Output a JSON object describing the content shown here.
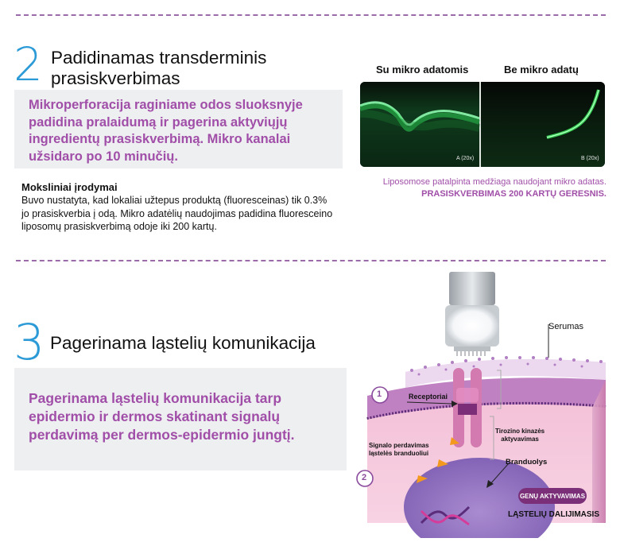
{
  "section2": {
    "number": "2",
    "title_line1": "Padidinamas transderminis",
    "title_line2": "prasiskverbimas",
    "lead": "Mikroperforacija raginiame odos sluoksnyje padidina pralaidumą ir pagerina aktyviųjų ingredientų prasiskverbimą. Mikro kanalai užsidaro po 10 minučių.",
    "evidence_heading": "Moksliniai įrodymai",
    "evidence_text": "Buvo nustatyta, kad lokaliai užtepus produktą (fluoresceinas) tik 0.3% jo prasiskverbia į odą. Mikro adatėlių naudojimas padidina fluoresceino liposomų prasiskverbimą odoje iki 200 kartų.",
    "micro": {
      "label_left": "Su mikro adatomis",
      "label_right": "Be mikro adatų",
      "tag_left": "A (20x)",
      "tag_right": "B (20x)"
    },
    "caption_line1": "Liposomose patalpinta medžiaga naudojant mikro adatas.",
    "caption_line2": "PRASISKVERBIMAS 200 KARTŲ GERESNIS."
  },
  "section3": {
    "number": "3",
    "title": "Pagerinama ląstelių komunikacija",
    "lead": "Pagerinama ląstelių komunikacija tarp epidermio ir dermos skatinant signalų perdavimą per dermos-epidermio jungtį."
  },
  "diagram": {
    "serum": "Serumas",
    "step1": "1",
    "step2": "2",
    "receptor": "Receptoriai",
    "kinase_line1": "Tirozino kinazės",
    "kinase_line2": "aktyvavimas",
    "signal_line1": "Signalo perdavimas",
    "signal_line2": "ląstelės branduoliui",
    "nucleus": "Branduolys",
    "gene_badge": "GENŲ AKTYVAVIMAS",
    "division": "LĄSTELIŲ DALIJIMASIS"
  },
  "colors": {
    "accent_blue": "#2c9ad6",
    "accent_purple": "#a04ea8",
    "box_gray": "#eeeff1",
    "fluorescence_green": "#39e25a"
  }
}
